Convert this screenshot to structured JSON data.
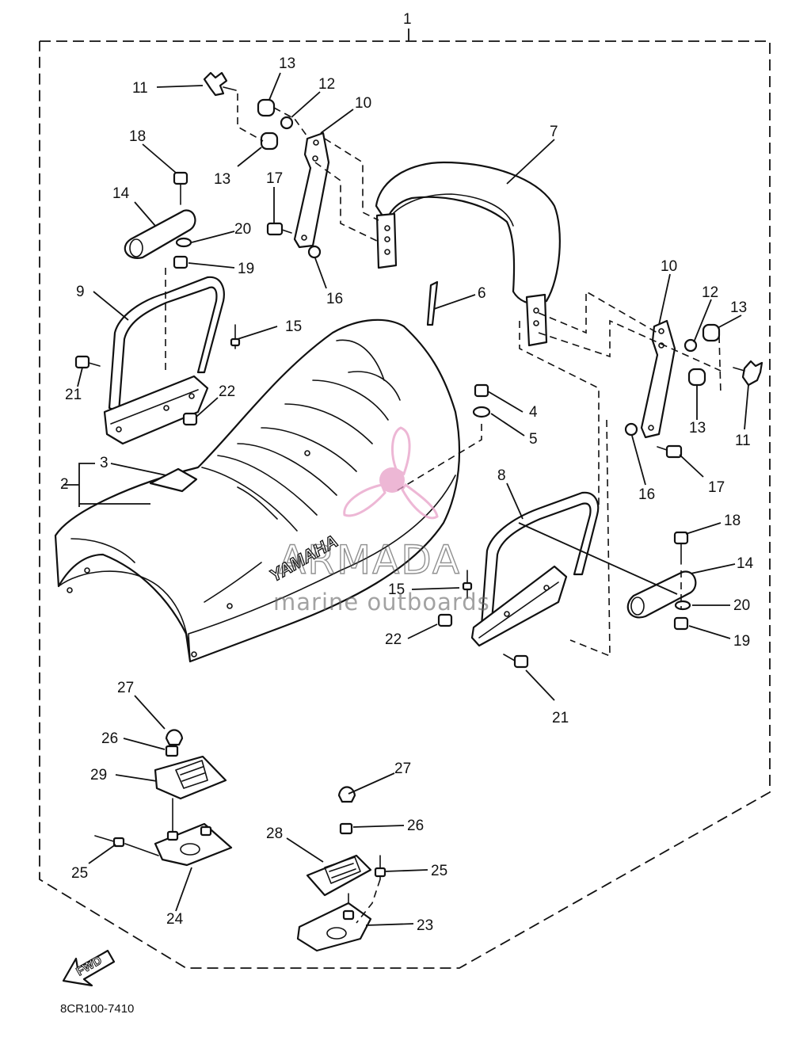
{
  "assembly_label": "1",
  "callouts": [
    "2",
    "3",
    "4",
    "5",
    "6",
    "7",
    "8",
    "9",
    "10",
    "11",
    "12",
    "13",
    "14",
    "15",
    "16",
    "17",
    "18",
    "19",
    "20",
    "21",
    "22",
    "23",
    "24",
    "25",
    "26",
    "27",
    "28",
    "29"
  ],
  "seat_brand": "YAMAHA",
  "forward_arrow": "FWD",
  "drawing_code": "8CR100-7410",
  "watermark": {
    "title": "ARMADA",
    "subtitle": "marine outboards",
    "logo_color": "#e8a0c8"
  },
  "colors": {
    "line": "#111111",
    "background": "#ffffff"
  }
}
